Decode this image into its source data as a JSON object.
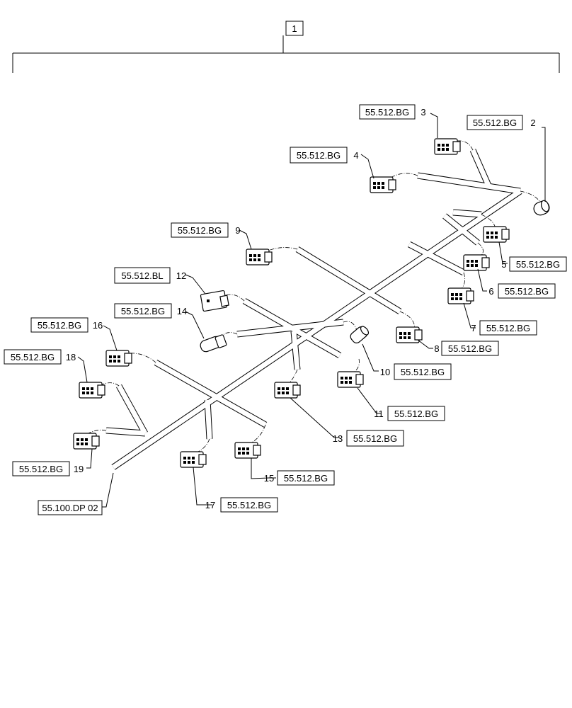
{
  "assembly_number": "1",
  "callouts": [
    {
      "num": "2",
      "ref": "55.512.BG"
    },
    {
      "num": "3",
      "ref": "55.512.BG"
    },
    {
      "num": "4",
      "ref": "55.512.BG"
    },
    {
      "num": "5",
      "ref": "55.512.BG"
    },
    {
      "num": "6",
      "ref": "55.512.BG"
    },
    {
      "num": "7",
      "ref": "55.512.BG"
    },
    {
      "num": "8",
      "ref": "55.512.BG"
    },
    {
      "num": "9",
      "ref": "55.512.BG"
    },
    {
      "num": "10",
      "ref": "55.512.BG"
    },
    {
      "num": "11",
      "ref": "55.512.BG"
    },
    {
      "num": "12",
      "ref": "55.512.BL"
    },
    {
      "num": "13",
      "ref": "55.512.BG"
    },
    {
      "num": "14",
      "ref": "55.512.BG"
    },
    {
      "num": "15",
      "ref": "55.512.BG"
    },
    {
      "num": "16",
      "ref": "55.512.BG"
    },
    {
      "num": "17",
      "ref": "55.512.BG"
    },
    {
      "num": "18",
      "ref": "55.512.BG"
    },
    {
      "num": "19",
      "ref": "55.512.BG"
    }
  ],
  "harness_ref": "55.100.DP 02"
}
